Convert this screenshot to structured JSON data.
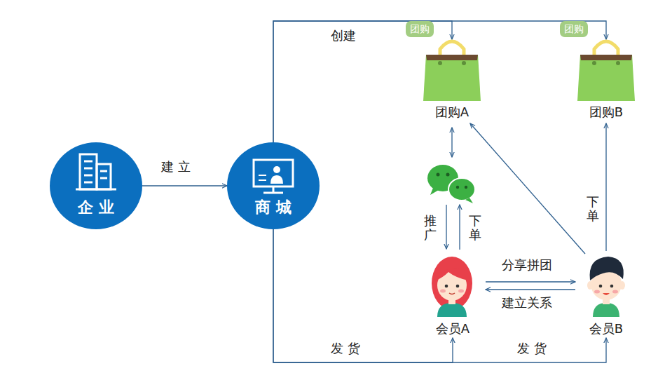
{
  "diagram": {
    "nodes": [
      {
        "text": [
          "企 业"
        ]
      },
      {
        "text": [
          "商 城"
        ]
      },
      {
        "text": [
          "团购",
          "团购A"
        ]
      },
      {
        "text": [
          "团购",
          "团购B"
        ]
      },
      {
        "text": [
          "会员A"
        ]
      },
      {
        "text": [
          "会员B"
        ]
      }
    ],
    "edges": [
      {
        "from": 0,
        "to": 1,
        "label": "建 立",
        "arrow": "to"
      },
      {
        "from": 1,
        "to": 2,
        "label": "创建",
        "arrow": "to"
      },
      {
        "from": 1,
        "to": 3,
        "arrow": "to"
      },
      {
        "from": 1,
        "to": 4,
        "label": "发 货",
        "arrow": "to"
      },
      {
        "from": 1,
        "to": 5,
        "label": "发 货",
        "arrow": "to"
      },
      {
        "from": 4,
        "to": 5,
        "label": "分享拼团",
        "arrow": "to"
      },
      {
        "from": 5,
        "to": 4,
        "label": "建立关系",
        "arrow": "to"
      },
      {
        "from": 5,
        "to": 3,
        "label": "下单",
        "arrow": "to"
      },
      {
        "from": 5,
        "to": 2,
        "arrow": "to"
      }
    ],
    "labels": [
      "推广",
      "下单"
    ]
  }
}
